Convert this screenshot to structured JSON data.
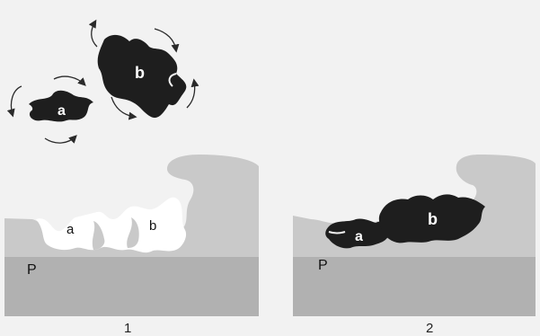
{
  "panels": [
    {
      "number": "1",
      "protein_label": "P",
      "site_labels": [
        "a",
        "b"
      ],
      "free_fragment_labels": [
        "a",
        "b"
      ]
    },
    {
      "number": "2",
      "protein_label": "P",
      "bound_fragment_labels": [
        "a",
        "b"
      ]
    }
  ],
  "colors": {
    "background": "#f2f2f2",
    "protein_light": "#c9c9c9",
    "protein_dark": "#b1b1b1",
    "pocket": "#ffffff",
    "fragment": "#1e1e1e",
    "arrow": "#2a2a2a"
  },
  "icons": [
    "rotation-arrow-icon"
  ]
}
